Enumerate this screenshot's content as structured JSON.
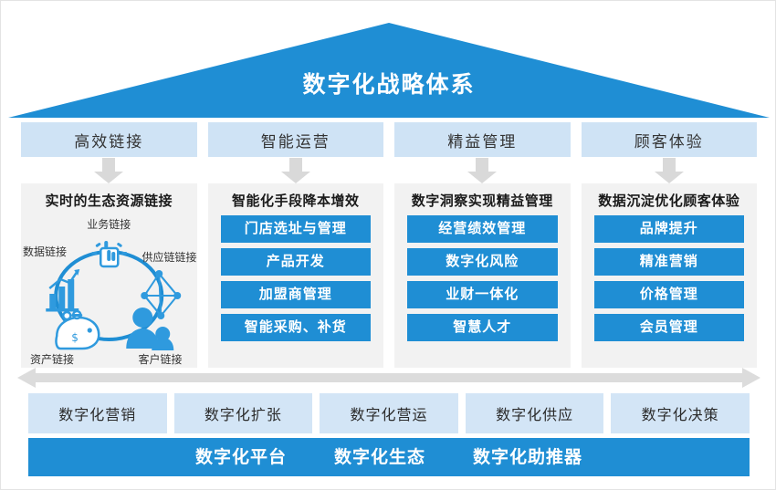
{
  "colors": {
    "primary_blue": "#1f8ed4",
    "light_blue": "#cfe3f5",
    "cap_blue": "#d3e5f6",
    "panel_gray": "#f2f2f2",
    "arrow_gray": "#d9d9d9"
  },
  "roof": {
    "title": "数字化战略体系"
  },
  "pillars": [
    {
      "header": "高效链接",
      "panel_title": "实时的生态资源链接"
    },
    {
      "header": "智能运营",
      "panel_title": "智能化手段降本增效"
    },
    {
      "header": "精益管理",
      "panel_title": "数字洞察实现精益管理"
    },
    {
      "header": "顾客体验",
      "panel_title": "数据沉淀优化顾客体验"
    }
  ],
  "ecosystem": {
    "labels": {
      "top": "业务链接",
      "left": "数据链接",
      "right": "供应链链接",
      "bottom_left": "资产链接",
      "bottom_right": "客户链接"
    },
    "icons": {
      "top": "hand-click-icon",
      "left": "bar-chart-growth-icon",
      "right": "network-nodes-icon",
      "bottom_left": "piggy-bank-icon",
      "bottom_right": "customer-person-icon"
    }
  },
  "panel_items": {
    "smart_operations": [
      "门店选址与管理",
      "产品开发",
      "加盟商管理",
      "智能采购、补货"
    ],
    "lean_management": [
      "经营绩效管理",
      "数字化风险",
      "业财一体化",
      "智慧人才"
    ],
    "customer_experience": [
      "品牌提升",
      "精准营销",
      "价格管理",
      "会员管理"
    ]
  },
  "capabilities": [
    "数字化营销",
    "数字化扩张",
    "数字化营运",
    "数字化供应",
    "数字化决策"
  ],
  "footer": [
    "数字化平台",
    "数字化生态",
    "数字化助推器"
  ]
}
